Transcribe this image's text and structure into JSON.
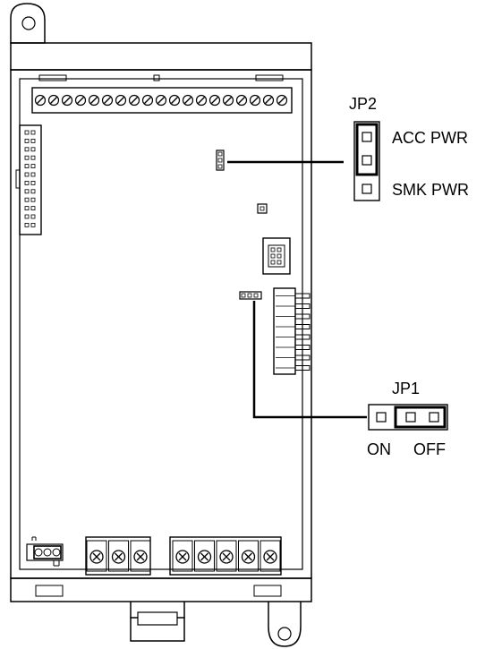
{
  "jumpers": {
    "jp2": {
      "name": "JP2",
      "positions": [
        "ACC PWR",
        "SMK PWR"
      ],
      "selected": "ACC PWR"
    },
    "jp1": {
      "name": "JP1",
      "positions": [
        "ON",
        "OFF"
      ],
      "selected": "OFF"
    }
  },
  "counts": {
    "terminal_screws_top": 19,
    "terminal_screws_bottom_left": 3,
    "terminal_screws_bottom_right": 5,
    "header_pins_right": 8
  },
  "colors": {
    "line": "#000000",
    "background": "#ffffff"
  }
}
